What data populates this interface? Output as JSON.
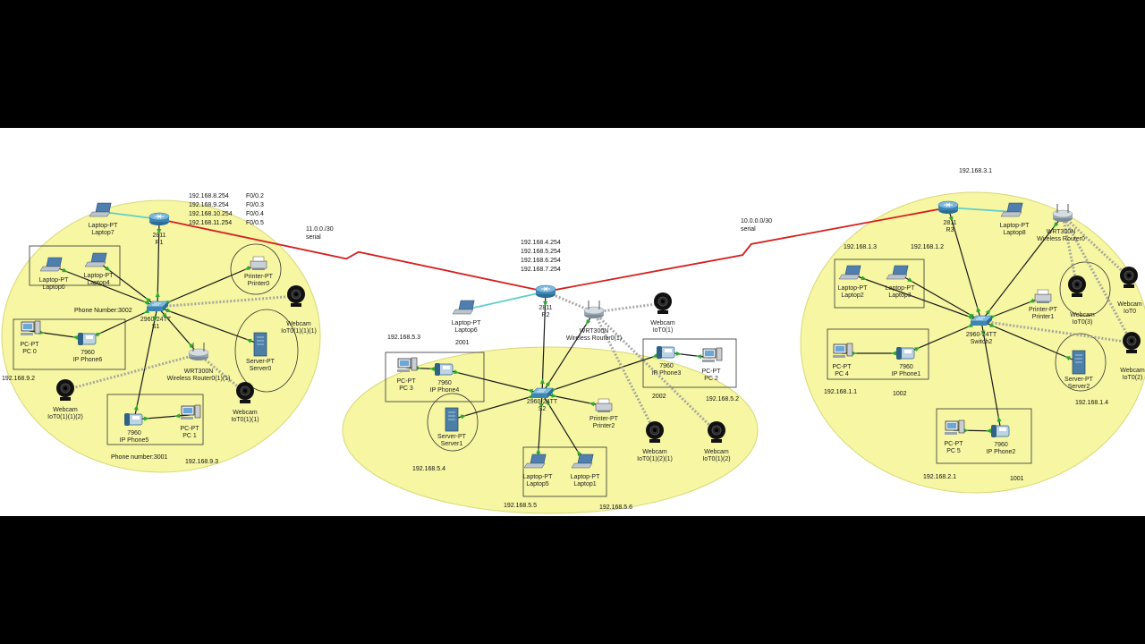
{
  "colors": {
    "zone": "#f6f6a3",
    "zone_stroke": "#d8d878",
    "serial": "#d42020",
    "ethernet": "#1a1a1a",
    "wireless": "#9a9a9a",
    "console": "#5fcfc8",
    "up": "#2fa82f"
  },
  "texts": {
    "left_ips": [
      "192.168.8.254",
      "192.168.9.254",
      "192.168.10.254",
      "192.168.11.254"
    ],
    "left_ifaces": [
      "F0/0.2",
      "F0/0.3",
      "F0/0.4",
      "F0/0.5"
    ],
    "link_left": [
      "11.0.0./30",
      "serial"
    ],
    "link_right": [
      "10.0.0.0/30",
      "serial"
    ],
    "mid_ips": [
      "192.168.4.254",
      "192.168.5.254",
      "192.168.6.254",
      "192.168.7.254"
    ],
    "right_ip": "192.168.3.1"
  },
  "nodes": [
    {
      "id": "R1",
      "type": "router",
      "labels": [
        "2811",
        "R1"
      ]
    },
    {
      "id": "Laptop7",
      "type": "laptop",
      "labels": [
        "Laptop-PT",
        "Laptop7"
      ]
    },
    {
      "id": "Laptop0",
      "type": "laptop",
      "labels": [
        "Laptop-PT",
        "Laptop0"
      ]
    },
    {
      "id": "Laptop4",
      "type": "laptop",
      "labels": [
        "Laptop-PT",
        "Laptop4"
      ]
    },
    {
      "id": "S1",
      "type": "switch",
      "labels": [
        "2960-24TT",
        "S1"
      ]
    },
    {
      "id": "Printer0",
      "type": "printer",
      "labels": [
        "Printer-PT",
        "Printer0"
      ]
    },
    {
      "id": "Webcam111",
      "type": "webcam",
      "labels": [
        "Webcam",
        "IoT0(1)(1)(1)"
      ]
    },
    {
      "id": "PC0",
      "type": "pc",
      "labels": [
        "PC-PT",
        "PC 0"
      ]
    },
    {
      "id": "IPPhone6",
      "type": "phone",
      "labels": [
        "7960",
        "IP Phone6"
      ]
    },
    {
      "id": "WR01",
      "type": "wrouter",
      "labels": [
        "WRT300N",
        "Wireless Router0(1)(1)"
      ]
    },
    {
      "id": "Server0",
      "type": "server",
      "labels": [
        "Server-PT",
        "Server0"
      ]
    },
    {
      "id": "Webcam112",
      "type": "webcam",
      "labels": [
        "Webcam",
        "IoT0(1)(1)(2)"
      ]
    },
    {
      "id": "IPPhone5",
      "type": "phone",
      "labels": [
        "7960",
        "IP Phone5"
      ]
    },
    {
      "id": "PC1",
      "type": "pc",
      "labels": [
        "PC-PT",
        "PC 1"
      ]
    },
    {
      "id": "Webcam11",
      "type": "webcam",
      "labels": [
        "Webcam",
        "IoT0(1)(1)"
      ]
    },
    {
      "id": "R2",
      "type": "router",
      "labels": [
        "2811",
        "R2"
      ]
    },
    {
      "id": "Laptop6",
      "type": "laptop",
      "labels": [
        "Laptop-PT",
        "Laptop6"
      ]
    },
    {
      "id": "WR0_1",
      "type": "wrouter",
      "labels": [
        "WRT300N",
        "Wireless Router0(1)"
      ]
    },
    {
      "id": "Webcam1",
      "type": "webcam",
      "labels": [
        "Webcam",
        "IoT0(1)"
      ]
    },
    {
      "id": "PC3",
      "type": "pc",
      "labels": [
        "PC-PT",
        "PC 3"
      ]
    },
    {
      "id": "IPPhone4",
      "type": "phone",
      "labels": [
        "7960",
        "IP Phone4"
      ]
    },
    {
      "id": "S2",
      "type": "switch",
      "labels": [
        "2960-24TT",
        "S2"
      ]
    },
    {
      "id": "IPPhone3",
      "type": "phone",
      "labels": [
        "7960",
        "IP Phone3"
      ]
    },
    {
      "id": "PC2",
      "type": "pc",
      "labels": [
        "PC-PT",
        "PC 2"
      ]
    },
    {
      "id": "Server1",
      "type": "server",
      "labels": [
        "Server-PT",
        "Server1"
      ]
    },
    {
      "id": "Printer2",
      "type": "printer",
      "labels": [
        "Printer-PT",
        "Printer2"
      ]
    },
    {
      "id": "Webcam121",
      "type": "webcam",
      "labels": [
        "Webcam",
        "IoT0(1)(2)(1)"
      ]
    },
    {
      "id": "Webcam12",
      "type": "webcam",
      "labels": [
        "Webcam",
        "IoT0(1)(2)"
      ]
    },
    {
      "id": "Laptop5",
      "type": "laptop",
      "labels": [
        "Laptop-PT",
        "Laptop5"
      ]
    },
    {
      "id": "Laptop1",
      "type": "laptop",
      "labels": [
        "Laptop-PT",
        "Laptop1"
      ]
    },
    {
      "id": "R3",
      "type": "router",
      "labels": [
        "2811",
        "R3"
      ]
    },
    {
      "id": "Laptop8",
      "type": "laptop",
      "labels": [
        "Laptop-PT",
        "Laptop8"
      ]
    },
    {
      "id": "WR0",
      "type": "wrouter",
      "labels": [
        "WRT300N",
        "Wireless Router0"
      ]
    },
    {
      "id": "Laptop2",
      "type": "laptop",
      "labels": [
        "Laptop-PT",
        "Laptop2"
      ]
    },
    {
      "id": "Laptop3",
      "type": "laptop",
      "labels": [
        "Laptop-PT",
        "Laptop3"
      ]
    },
    {
      "id": "Printer1",
      "type": "printer",
      "labels": [
        "Printer-PT",
        "Printer1"
      ]
    },
    {
      "id": "Webcam3",
      "type": "webcam",
      "labels": [
        "Webcam",
        "IoT0(3)"
      ]
    },
    {
      "id": "Webcam0",
      "type": "webcam",
      "labels": [
        "Webcam",
        "IoT0"
      ]
    },
    {
      "id": "Switch2",
      "type": "switch",
      "labels": [
        "2960-24TT",
        "Switch2"
      ]
    },
    {
      "id": "PC4",
      "type": "pc",
      "labels": [
        "PC-PT",
        "PC 4"
      ]
    },
    {
      "id": "IPPhone1",
      "type": "phone",
      "labels": [
        "7960",
        "IP Phone1"
      ]
    },
    {
      "id": "Server2",
      "type": "server",
      "labels": [
        "Server-PT",
        "Server2"
      ]
    },
    {
      "id": "Webcam2",
      "type": "webcam",
      "labels": [
        "Webcam",
        "IoT0(2)"
      ]
    },
    {
      "id": "PC5",
      "type": "pc",
      "labels": [
        "PC-PT",
        "PC 5"
      ]
    },
    {
      "id": "IPPhone2",
      "type": "phone",
      "labels": [
        "7960",
        "IP Phone2"
      ]
    }
  ],
  "links": [
    {
      "a": "R1",
      "b": "R2",
      "kind": "serial"
    },
    {
      "a": "R2",
      "b": "R3",
      "kind": "serial"
    },
    {
      "a": "Laptop7",
      "b": "R1",
      "kind": "console"
    },
    {
      "a": "R1",
      "b": "S1",
      "kind": "ethernet"
    },
    {
      "a": "Laptop0",
      "b": "S1",
      "kind": "ethernet"
    },
    {
      "a": "Laptop4",
      "b": "S1",
      "kind": "ethernet"
    },
    {
      "a": "Printer0",
      "b": "S1",
      "kind": "ethernet"
    },
    {
      "a": "Server0",
      "b": "S1",
      "kind": "ethernet"
    },
    {
      "a": "IPPhone6",
      "b": "S1",
      "kind": "ethernet"
    },
    {
      "a": "PC0",
      "b": "IPPhone6",
      "kind": "ethernet"
    },
    {
      "a": "WR01",
      "b": "S1",
      "kind": "ethernet"
    },
    {
      "a": "IPPhone5",
      "b": "S1",
      "kind": "ethernet"
    },
    {
      "a": "IPPhone5",
      "b": "PC1",
      "kind": "ethernet"
    },
    {
      "a": "Webcam111",
      "b": "S1",
      "kind": "wireless"
    },
    {
      "a": "Webcam112",
      "b": "WR01",
      "kind": "wireless"
    },
    {
      "a": "Webcam11",
      "b": "WR01",
      "kind": "wireless"
    },
    {
      "a": "Laptop6",
      "b": "R2",
      "kind": "console"
    },
    {
      "a": "R2",
      "b": "S2",
      "kind": "ethernet"
    },
    {
      "a": "WR0_1",
      "b": "S2",
      "kind": "ethernet"
    },
    {
      "a": "IPPhone4",
      "b": "S2",
      "kind": "ethernet"
    },
    {
      "a": "PC3",
      "b": "IPPhone4",
      "kind": "ethernet"
    },
    {
      "a": "IPPhone3",
      "b": "S2",
      "kind": "ethernet"
    },
    {
      "a": "IPPhone3",
      "b": "PC2",
      "kind": "ethernet"
    },
    {
      "a": "Server1",
      "b": "S2",
      "kind": "ethernet"
    },
    {
      "a": "Printer2",
      "b": "S2",
      "kind": "ethernet"
    },
    {
      "a": "Laptop5",
      "b": "S2",
      "kind": "ethernet"
    },
    {
      "a": "Laptop1",
      "b": "S2",
      "kind": "ethernet"
    },
    {
      "a": "Webcam1",
      "b": "WR0_1",
      "kind": "wireless"
    },
    {
      "a": "Webcam121",
      "b": "WR0_1",
      "kind": "wireless"
    },
    {
      "a": "Webcam12",
      "b": "WR0_1",
      "kind": "wireless"
    },
    {
      "a": "R2",
      "b": "WR0_1",
      "kind": "wireless"
    },
    {
      "a": "Laptop8",
      "b": "R3",
      "kind": "console"
    },
    {
      "a": "R3",
      "b": "Switch2",
      "kind": "ethernet"
    },
    {
      "a": "WR0",
      "b": "Switch2",
      "kind": "ethernet"
    },
    {
      "a": "Laptop2",
      "b": "Switch2",
      "kind": "ethernet"
    },
    {
      "a": "Laptop3",
      "b": "Switch2",
      "kind": "ethernet"
    },
    {
      "a": "Printer1",
      "b": "Switch2",
      "kind": "ethernet"
    },
    {
      "a": "IPPhone1",
      "b": "Switch2",
      "kind": "ethernet"
    },
    {
      "a": "PC4",
      "b": "IPPhone1",
      "kind": "ethernet"
    },
    {
      "a": "Server2",
      "b": "Switch2",
      "kind": "ethernet"
    },
    {
      "a": "IPPhone2",
      "b": "Switch2",
      "kind": "ethernet"
    },
    {
      "a": "PC5",
      "b": "IPPhone2",
      "kind": "ethernet"
    },
    {
      "a": "Webcam3",
      "b": "WR0",
      "kind": "wireless"
    },
    {
      "a": "Webcam0",
      "b": "WR0",
      "kind": "wireless"
    },
    {
      "a": "Webcam2",
      "b": "WR0",
      "kind": "wireless"
    },
    {
      "a": "Webcam2",
      "b": "Switch2",
      "kind": "wireless"
    }
  ],
  "annotations": [
    {
      "id": "phone-number-3002",
      "text": "Phone Number:3002"
    },
    {
      "id": "ip-192-168-9-2",
      "text": "192.168.9.2"
    },
    {
      "id": "phone-number-3001",
      "text": "Phone number:3001"
    },
    {
      "id": "ip-192-168-9-3",
      "text": "192.168.9.3"
    },
    {
      "id": "ip-192-168-5-3",
      "text": "192.168.5.3"
    },
    {
      "id": "num-2001",
      "text": "2001"
    },
    {
      "id": "num-2002",
      "text": "2002"
    },
    {
      "id": "ip-192-168-5-2",
      "text": "192.168.5.2"
    },
    {
      "id": "ip-192-168-5-4",
      "text": "192.168.5.4"
    },
    {
      "id": "ip-192-168-5-5",
      "text": "192.168.5.5"
    },
    {
      "id": "ip-192-168-5-6",
      "text": "192.168.5.6"
    },
    {
      "id": "ip-192-168-1-3",
      "text": "192.168.1.3"
    },
    {
      "id": "ip-192-168-1-2",
      "text": "192.168.1.2"
    },
    {
      "id": "ip-192-168-1-1",
      "text": "192.168.1.1"
    },
    {
      "id": "num-1002",
      "text": "1002"
    },
    {
      "id": "ip-192-168-1-4",
      "text": "192.168.1.4"
    },
    {
      "id": "ip-192-168-2-1",
      "text": "192.168.2.1"
    },
    {
      "id": "num-1001",
      "text": "1001"
    }
  ]
}
